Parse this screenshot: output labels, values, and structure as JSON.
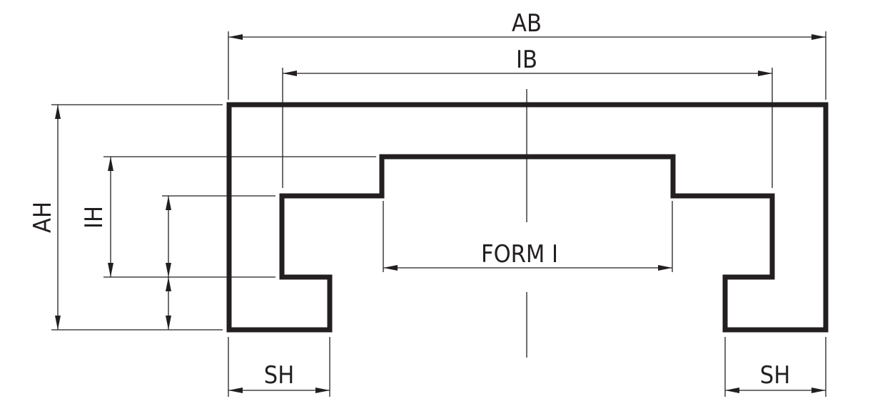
{
  "diagram": {
    "labels": {
      "outer_width": "AB",
      "inner_width": "IB",
      "outer_height": "AH",
      "inner_height": "IH",
      "form": "FORM I",
      "side_left": "SH",
      "side_right": "SH"
    },
    "colors": {
      "line": "#231f20",
      "background": "#ffffff"
    }
  }
}
